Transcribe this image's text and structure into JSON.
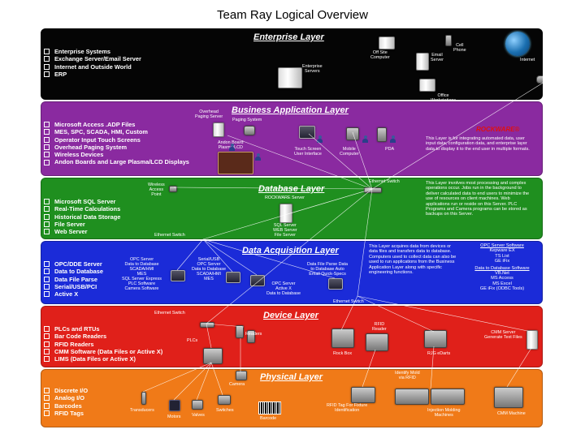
{
  "title": "Team Ray Logical Overview",
  "colors": {
    "enterprise": "#050505",
    "business": "#8a2aa0",
    "database": "#1f8f1f",
    "acquisition": "#1b2bd8",
    "device": "#e0201a",
    "physical": "#f07a18"
  },
  "enterprise": {
    "title": "Enterprise Layer",
    "bullets": [
      "Enterprise Systems",
      "Exchange Server/Email Server",
      "Internet and Outside World",
      "ERP"
    ],
    "labels": {
      "offsite": "Off Site\nComputer",
      "email": "Email\nServer",
      "cell": "Cell\nPhone",
      "internet": "Internet",
      "servers": "Enterprise\nServers",
      "office": "Office\nWorkstations"
    }
  },
  "business": {
    "title": "Business Application Layer",
    "bullets": [
      "Microsoft Access .ADP Files",
      "MES, SPC, SCADA, HMI, Custom",
      "Operator Input Touch Screens",
      "Overhead Paging System",
      "Wireless Devices",
      "Andon Boards and Large Plasma/LCD Displays"
    ],
    "labels": {
      "overhead": "Overhead\nPaging Server",
      "paging": "Paging System",
      "andon": "Andon Board\nPlasma/LCD",
      "touch": "Touch Screen\nUser Interface",
      "mobile": "Mobile\nComputer",
      "pda": "PDA"
    },
    "logo": "ROCKWARE®",
    "desc": "This Layer is for integrating automated data, user input data, configuration data, and enterprise layer data to display it to the end user in multiple formats."
  },
  "database": {
    "title": "Database Layer",
    "bullets": [
      "Microsoft SQL Server",
      "Real-Time Calculations",
      "Historical Data Storage",
      "File Server",
      "Web Server"
    ],
    "labels": {
      "wap": "Wireless\nAccess\nPoint",
      "rockware": "ROCKWARE Server",
      "sql": "SQL Server\nWEB Server\nFile Server",
      "switch_top": "Ethernet Switch",
      "switch_bottom": "Ethernet Switch"
    },
    "desc": "This Layer involves most processing and complex operations occur. Jobs run in the background to deliver calculated data to end users to minimize the use of resources on client machines. Web applications run or reside on this Server. PLC Programs and Camera programs can be stored as backups on this Server."
  },
  "acquisition": {
    "title": "Data Acquisition Layer",
    "bullets": [
      "OPC/DDE Server",
      "Data to Database",
      "Data File Parse",
      "Serial/USB/PCI",
      "Active X"
    ],
    "labels": {
      "opc1": "OPC Server\nData to Database\nSCADA/HMI\nMES\nSQL Server Express\nPLC Software\nCamera Software",
      "serial": "Serial/USB\nOPC Server\nData to Database\nSCADA/HMI\nMES",
      "parse": "Data File Parse Data\nto Database Auto\nEmail Quick-Specs",
      "opc2": "OPC Server\nActive X\nData to Database",
      "switch": "Ethernet Switch"
    },
    "desc": "This Layer acquires data from devices or data files and transfers data to database. Computers used to collect data can also be used to run applications from the Business Application Layer along with specific engineering functions.",
    "opc_software": {
      "heading": "OPC Server Software",
      "items": [
        "Kepware EX",
        "TS List",
        "GE iFix"
      ],
      "heading2": "Data to Database Software",
      "items2": [
        "VB.Net",
        "MS Access",
        "MS Excel",
        "GE iFix (ODBC Tools)"
      ]
    }
  },
  "device": {
    "title": "Device Layer",
    "bullets": [
      "PLCs and RTUs",
      "Bar Code Readers",
      "RFID Readers",
      "CMM Software (Data Files or Active X)",
      "LIMS (Data Files or Active X)"
    ],
    "labels": {
      "switch": "Ethernet Switch",
      "plcs": "PLCs",
      "readers": "Readers",
      "rfid": "RFID\nReader",
      "rockbox": "Rock Box",
      "rjg": "RJG eDarts",
      "cmm": "CMM Server\nGenerate Text Files"
    }
  },
  "physical": {
    "title": "Physical Layer",
    "bullets": [
      "Discrete I/O",
      "Analog I/O",
      "Barcodes",
      "RFID Tags"
    ],
    "labels": {
      "camera": "Camera",
      "transducers": "Transducers",
      "motors": "Motors",
      "valves": "Valves",
      "switches": "Switches",
      "barcode": "Barcode",
      "identify": "Identify Mold\nvia RFID",
      "tag": "RFID Tag For Fixture\nIdentification",
      "injection": "Injection Molding\nMachines",
      "cmm_machine": "CMM Machine"
    }
  }
}
